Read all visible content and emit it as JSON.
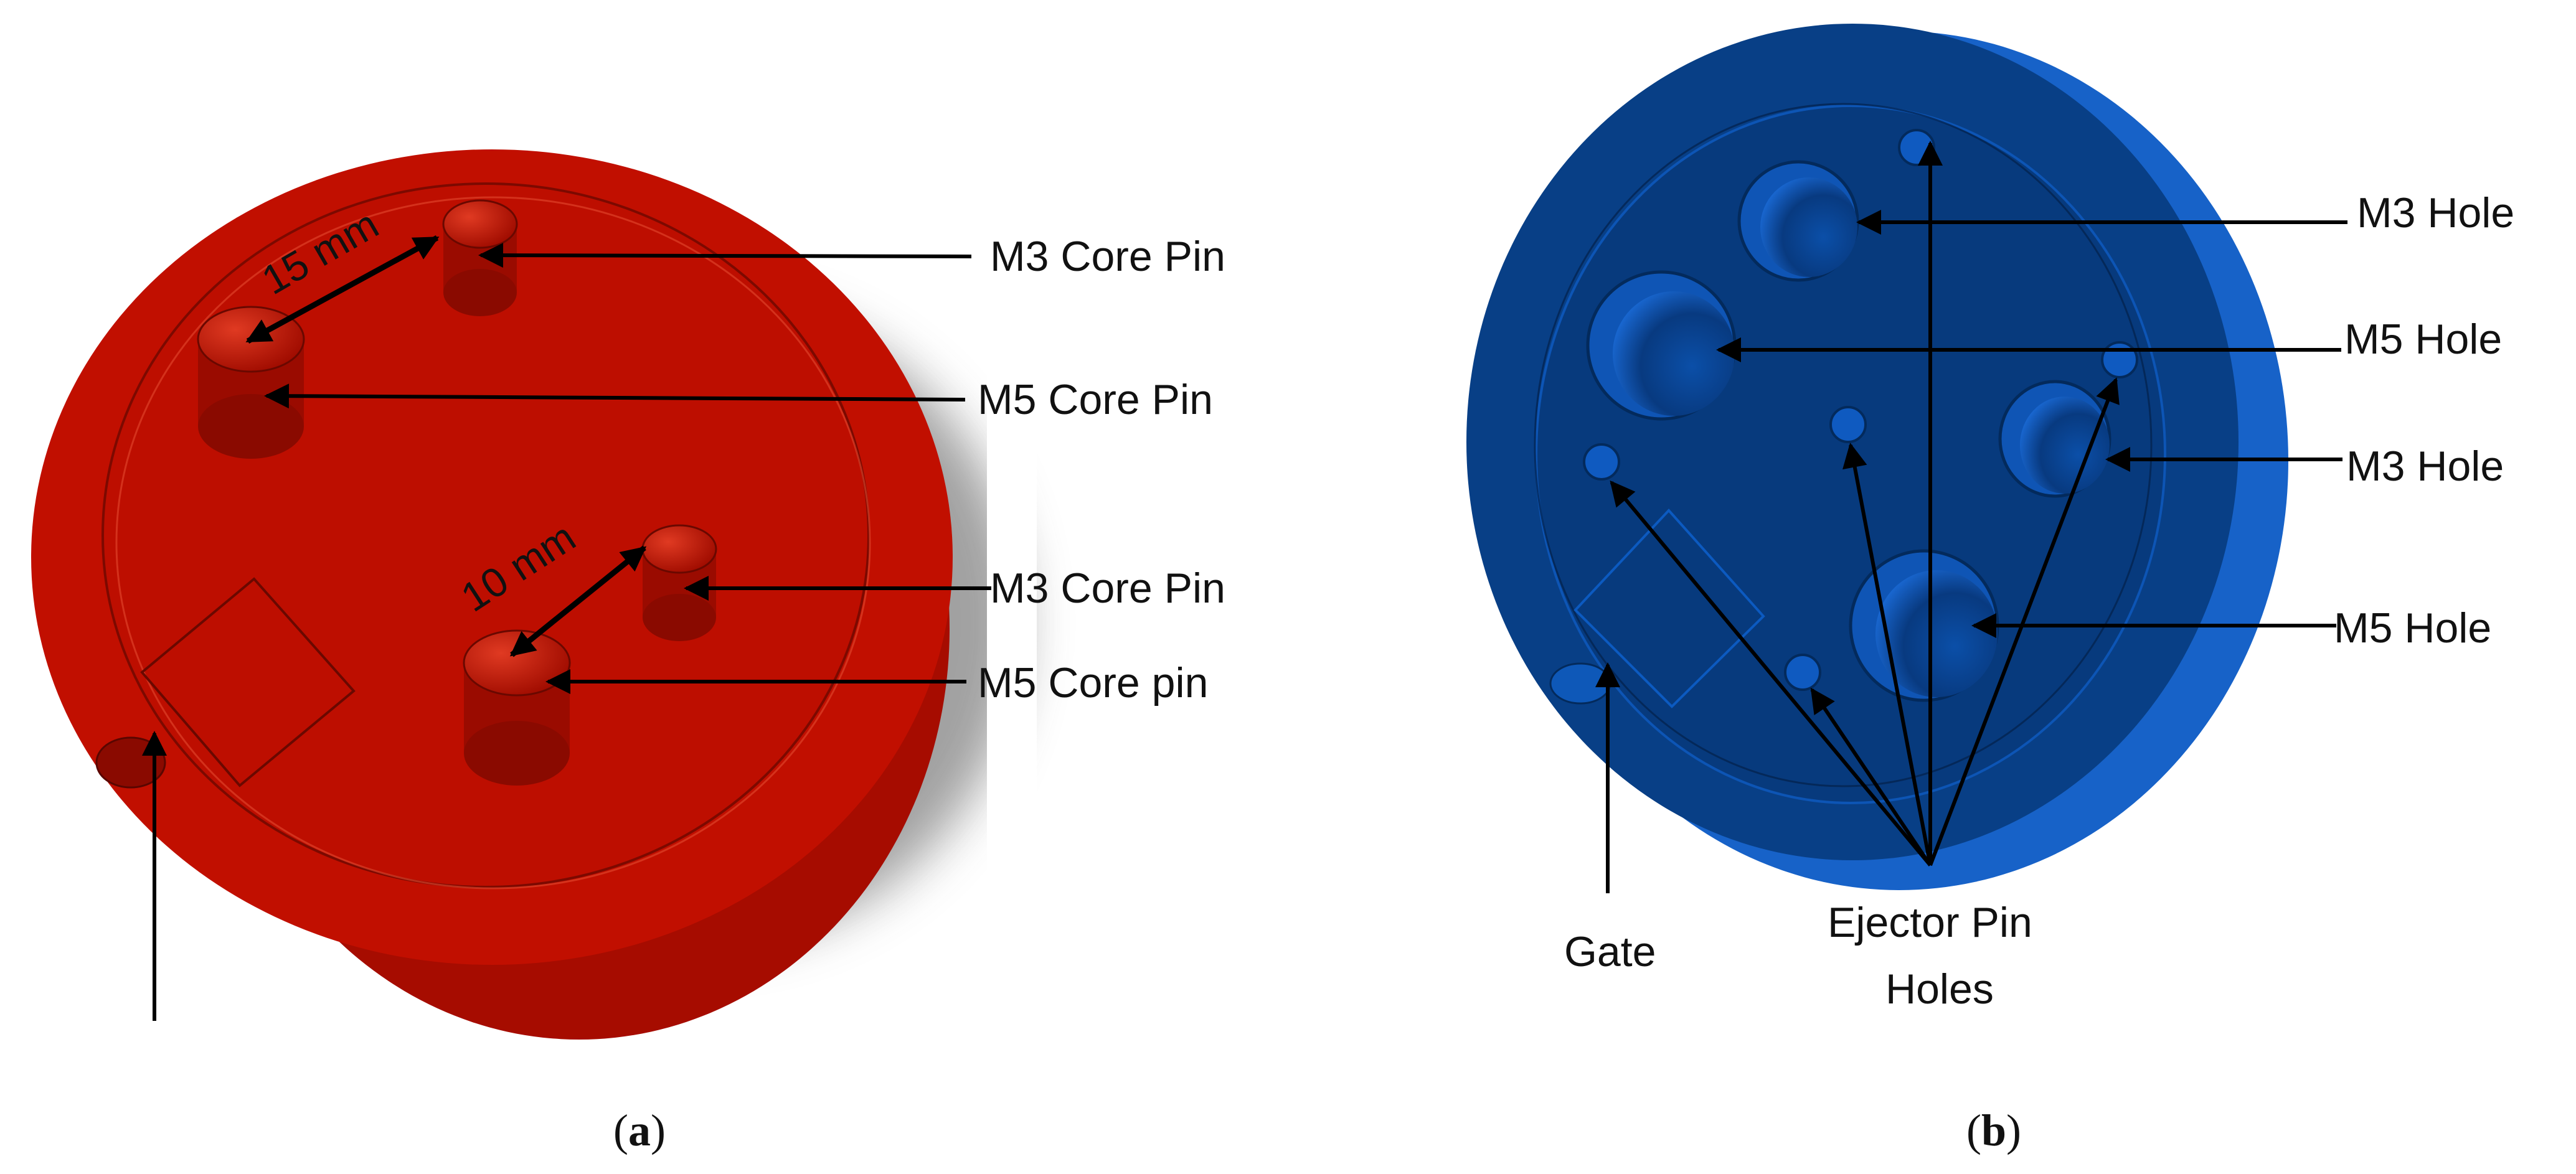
{
  "colors": {
    "mold_a": "#c10f00",
    "mold_a_dark": "#8f0a00",
    "mold_a_light": "#d92a14",
    "mold_b": "#083f86",
    "mold_b_dark": "#042a5e",
    "mold_b_light": "#1761c7",
    "arrow": "#000000"
  },
  "panel_a": {
    "labels": {
      "m3_core_pin_top": "M3 Core Pin",
      "m5_core_pin_top": "M5 Core Pin",
      "m3_core_pin_bottom": "M3 Core Pin",
      "m5_core_pin_bottom": "M5 Core pin"
    },
    "dimensions": {
      "top": "15 mm",
      "bottom": "10 mm"
    },
    "caption": {
      "open": "(",
      "letter": "a",
      "close": ")"
    }
  },
  "panel_b": {
    "labels": {
      "m3_hole_top": "M3 Hole",
      "m5_hole_top": "M5 Hole",
      "m3_hole_bottom": "M3 Hole",
      "m5_hole_bottom": "M5 Hole",
      "gate": "Gate",
      "ejector_line1": "Ejector Pin",
      "ejector_line2": "Holes"
    },
    "caption": {
      "open": "(",
      "letter": "b",
      "close": ")"
    }
  }
}
